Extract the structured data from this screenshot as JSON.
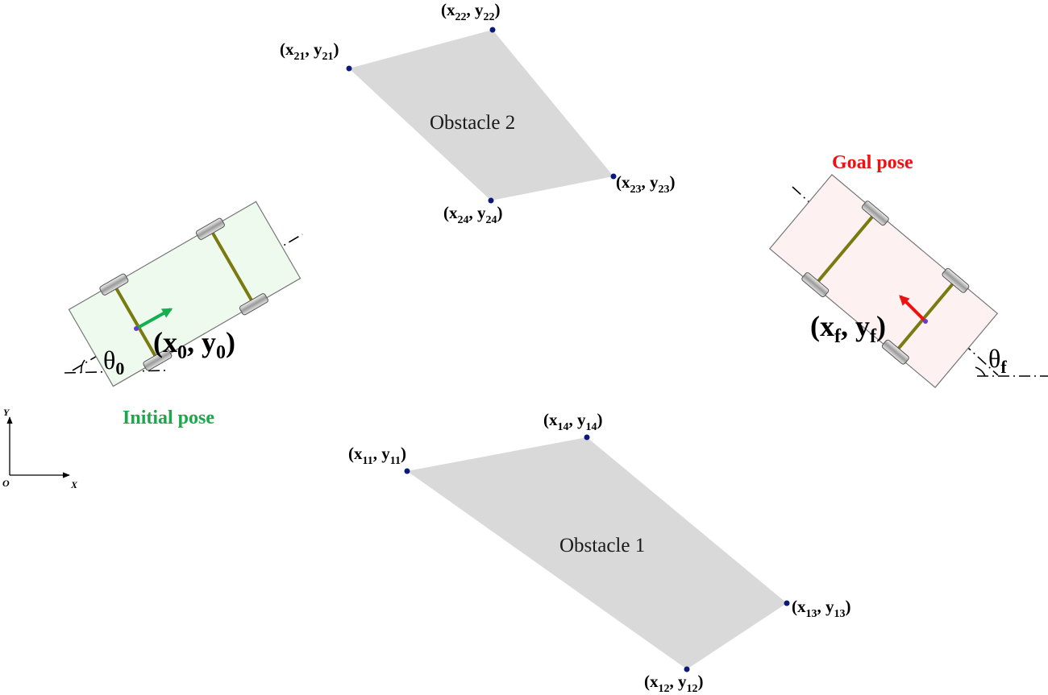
{
  "colors": {
    "obstacle_fill": "#d9d9d9",
    "vertex": "#0b1a7a",
    "initial_body": "#eefaee",
    "goal_body": "#fdf1f1",
    "axle": "#7a7a10",
    "initial_arrow": "#14b050",
    "goal_arrow": "#ee1111",
    "initial_title": "#1aa84a",
    "goal_title": "#ee1111"
  },
  "obstacle2": {
    "name": "Obstacle 2",
    "v1": {
      "base": "(x",
      "sub": "21",
      "mid": ", y",
      "sub2": "21",
      "end": ")"
    },
    "v2": {
      "base": "(x",
      "sub": "22",
      "mid": ", y",
      "sub2": "22",
      "end": ")"
    },
    "v3": {
      "base": "(x",
      "sub": "23",
      "mid": ", y",
      "sub2": "23",
      "end": ")"
    },
    "v4": {
      "base": "(x",
      "sub": "24",
      "mid": ", y",
      "sub2": "24",
      "end": ")"
    }
  },
  "obstacle1": {
    "name": "Obstacle 1",
    "v1": {
      "base": "(x",
      "sub": "11",
      "mid": ", y",
      "sub2": "11",
      "end": ")"
    },
    "v2": {
      "base": "(x",
      "sub": "12",
      "mid": ", y",
      "sub2": "12",
      "end": ")"
    },
    "v3": {
      "base": "(x",
      "sub": "13",
      "mid": ", y",
      "sub2": "13",
      "end": ")"
    },
    "v4": {
      "base": "(x",
      "sub": "14",
      "mid": ", y",
      "sub2": "14",
      "end": ")"
    }
  },
  "initial": {
    "title": "Initial pose",
    "pos": {
      "base": "(x",
      "sub": "0",
      "mid": ", y",
      "sub2": "0",
      "end": ")"
    },
    "theta": {
      "base": "θ",
      "sub": "0"
    }
  },
  "goal": {
    "title": "Goal pose",
    "pos": {
      "base": "(x",
      "sub": "f",
      "mid": ", y",
      "sub2": "f",
      "end": ")"
    },
    "theta": {
      "base": "θ",
      "sub": "f"
    }
  },
  "frame": {
    "y": "Y",
    "x": "X",
    "origin": "O"
  }
}
